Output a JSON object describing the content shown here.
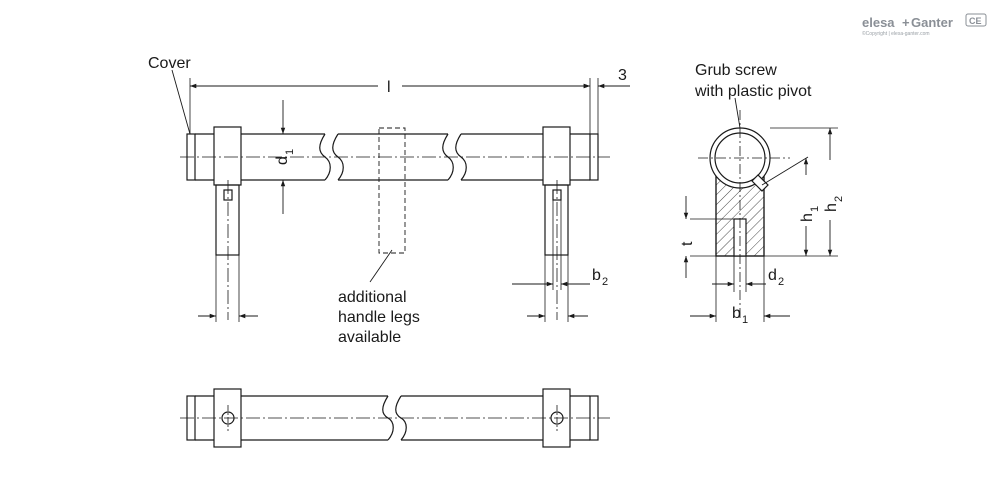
{
  "logo": {
    "brand_left": "elesa",
    "brand_plus": "+",
    "brand_right": "Ganter",
    "badge": "CE",
    "copyright": "©Copyright | elesa-ganter.com"
  },
  "labels": {
    "cover": "Cover",
    "length": "l",
    "cover_offset": "3",
    "d1_main": "d",
    "d1_sub": "1",
    "b2_main": "b",
    "b2_sub": "2",
    "additional_1": "additional",
    "additional_2": "handle legs",
    "additional_3": "available",
    "grub_1": "Grub screw",
    "grub_2": "with plastic pivot",
    "h1_main": "h",
    "h1_sub": "1",
    "h2_main": "h",
    "h2_sub": "2",
    "t": "t",
    "d2_main": "d",
    "d2_sub": "2",
    "b1_main": "b",
    "b1_sub": "1"
  },
  "colors": {
    "line": "#1a1a1a",
    "hatch": "#1a1a1a",
    "logo": "#8a8f96"
  }
}
